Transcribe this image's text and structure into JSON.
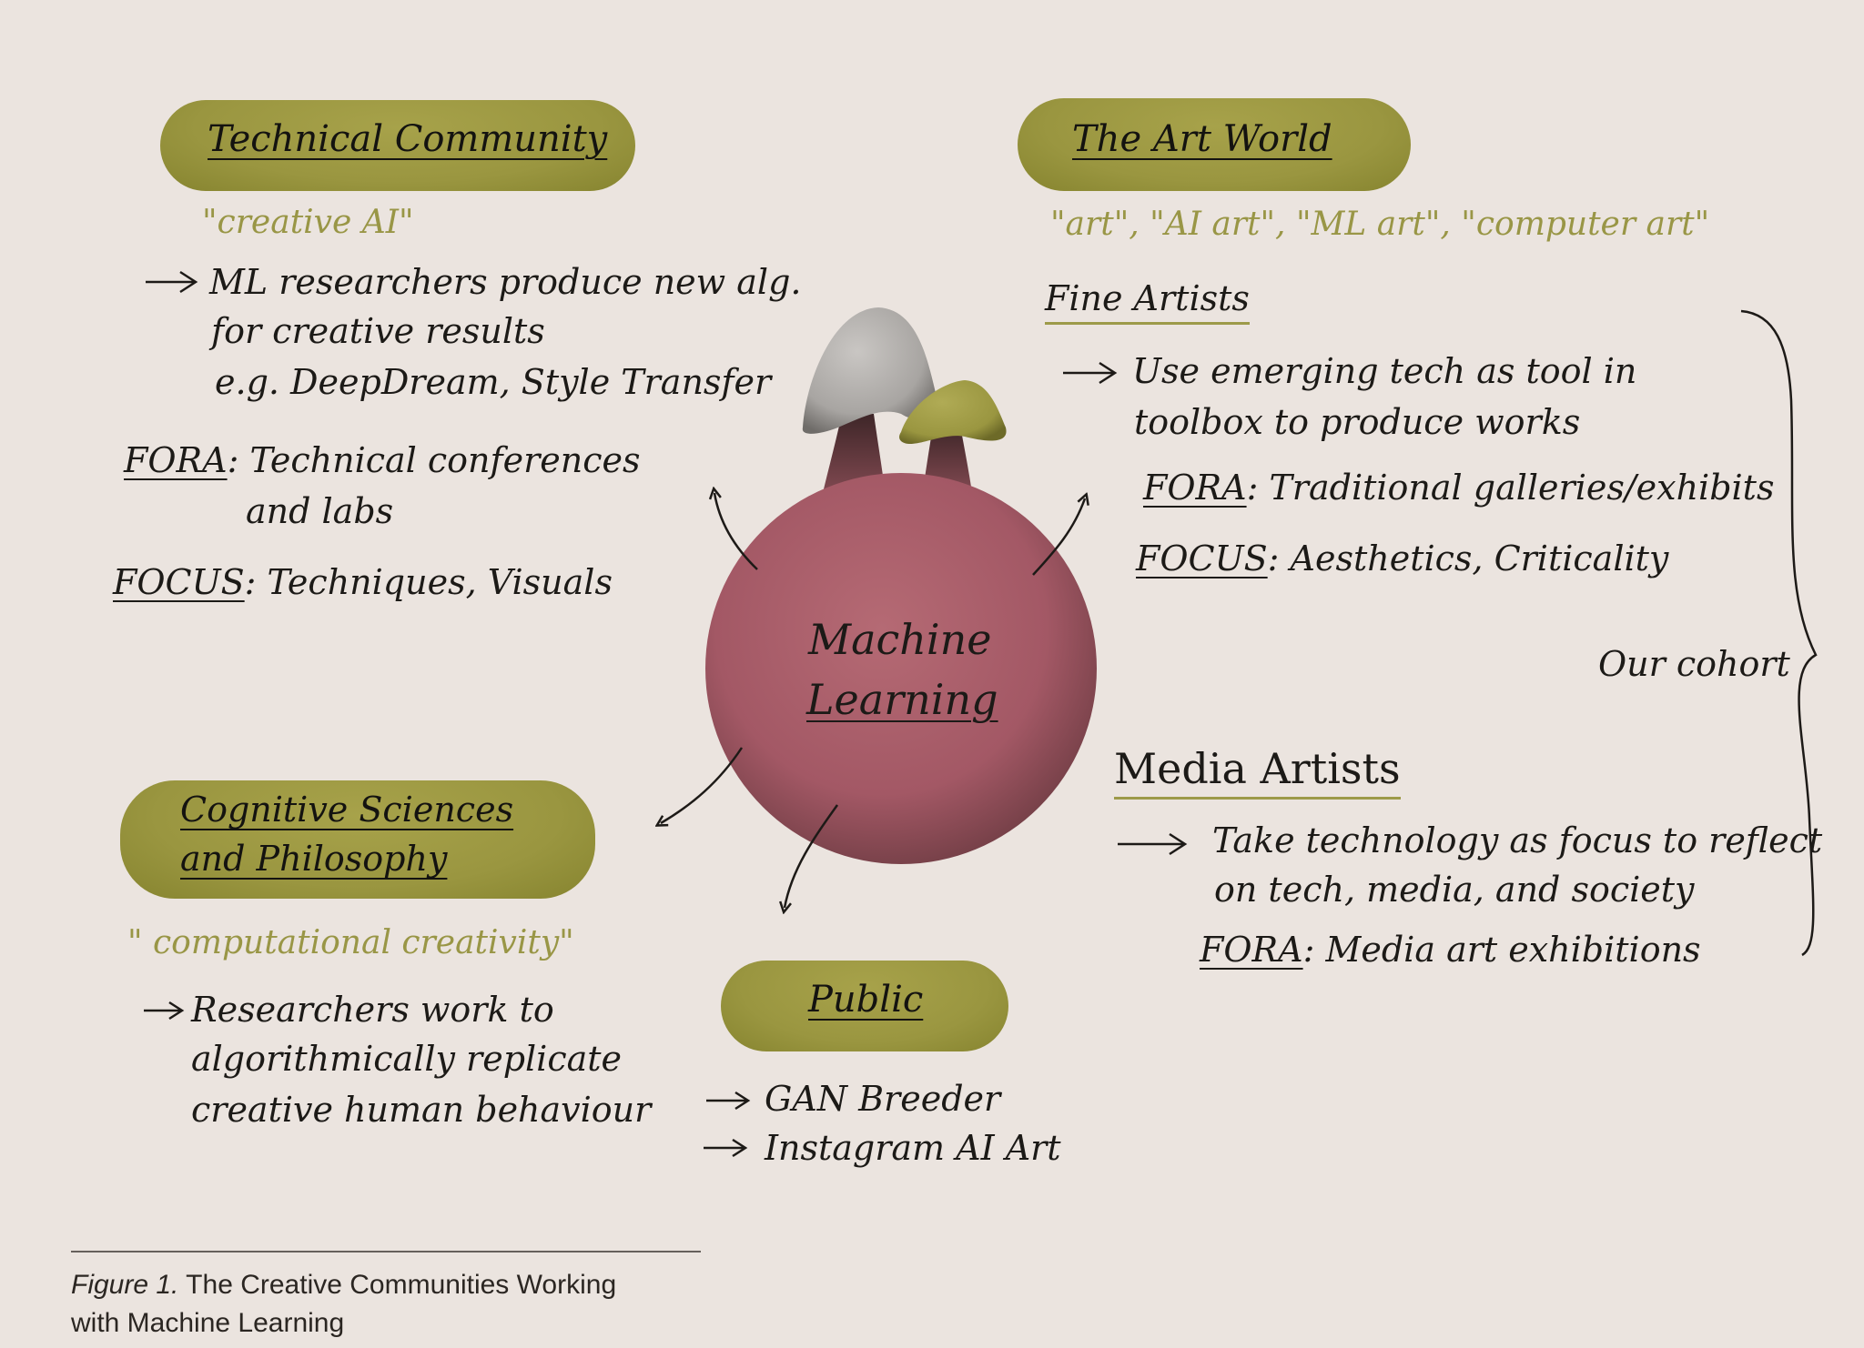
{
  "technical": {
    "title": "Technical Community",
    "quote": "\"creative AI\"",
    "line1": "ML researchers produce new alg.",
    "line2": "for creative results",
    "line3": "e.g. DeepDream, Style Transfer",
    "fora_label": "FORA",
    "fora_text1": ": Technical conferences",
    "fora_text2": "and labs",
    "focus_label": "FOCUS",
    "focus_text": ": Techniques, Visuals"
  },
  "art_world": {
    "title": "The Art World",
    "quote": "\"art\", \"AI art\", \"ML art\", \"computer art\"",
    "fine_artists": {
      "heading": "Fine Artists",
      "line1": "Use emerging tech as tool in",
      "line2": "toolbox to produce works",
      "fora_label": "FORA",
      "fora_text": ": Traditional galleries/exhibits",
      "focus_label": "FOCUS",
      "focus_text": ": Aesthetics, Criticality"
    },
    "cohort": "Our cohort",
    "media_artists": {
      "heading": "Media Artists",
      "line1": "Take technology as focus to reflect",
      "line2": "on tech, media, and society",
      "fora_label": "FORA",
      "fora_text": ": Media art exhibitions"
    }
  },
  "center": {
    "line1": "Machine",
    "line2": "Learning"
  },
  "cognitive": {
    "title_line1": "Cognitive Sciences",
    "title_line2": "and Philosophy",
    "quote": "\" computational creativity\"",
    "line1": "Researchers work to",
    "line2": "algorithmically replicate",
    "line3": "creative human behaviour"
  },
  "public": {
    "title": "Public",
    "item1": "GAN Breeder",
    "item2": "Instagram AI Art"
  },
  "caption": {
    "label": "Figure 1.",
    "text": " The Creative Communities Working",
    "text2": "with Machine Learning"
  },
  "colors": {
    "background": "#ebe4df",
    "olive": "#9a9640",
    "sphere": "#a65b67",
    "mushroom_gray": "#a9a6a3",
    "mushroom_stem": "#5b3a3c"
  }
}
